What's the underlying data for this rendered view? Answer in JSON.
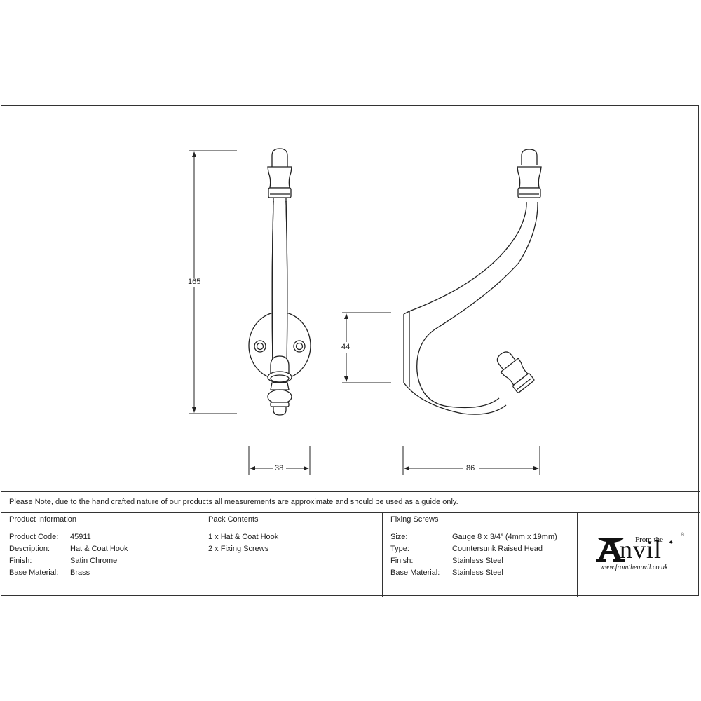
{
  "drawing": {
    "front_view": {
      "height_dimension": "165",
      "width_dimension": "38"
    },
    "side_view": {
      "plate_dimension": "44",
      "projection_dimension": "86"
    }
  },
  "note": "Please Note, due to the hand crafted nature of our products all measurements are approximate and should be used as a guide only.",
  "product_information": {
    "heading": "Product Information",
    "rows": [
      {
        "label": "Product Code:",
        "value": "45911"
      },
      {
        "label": "Description:",
        "value": "Hat & Coat Hook"
      },
      {
        "label": "Finish:",
        "value": "Satin Chrome"
      },
      {
        "label": "Base Material:",
        "value": "Brass"
      }
    ]
  },
  "pack_contents": {
    "heading": "Pack Contents",
    "items": [
      "1 x Hat & Coat Hook",
      "2 x Fixing Screws"
    ]
  },
  "fixing_screws": {
    "heading": "Fixing Screws",
    "rows": [
      {
        "label": "Size:",
        "value": "Gauge 8 x 3/4” (4mm x 19mm)"
      },
      {
        "label": "Type:",
        "value": "Countersunk Raised Head"
      },
      {
        "label": "Finish:",
        "value": "Stainless Steel"
      },
      {
        "label": "Base Material:",
        "value": "Stainless Steel"
      }
    ]
  },
  "logo": {
    "from_the": "From the",
    "brand": "Anvil",
    "registered": "®",
    "url": "www.fromtheanvil.co.uk"
  },
  "colors": {
    "line": "#333333",
    "background": "#ffffff"
  }
}
